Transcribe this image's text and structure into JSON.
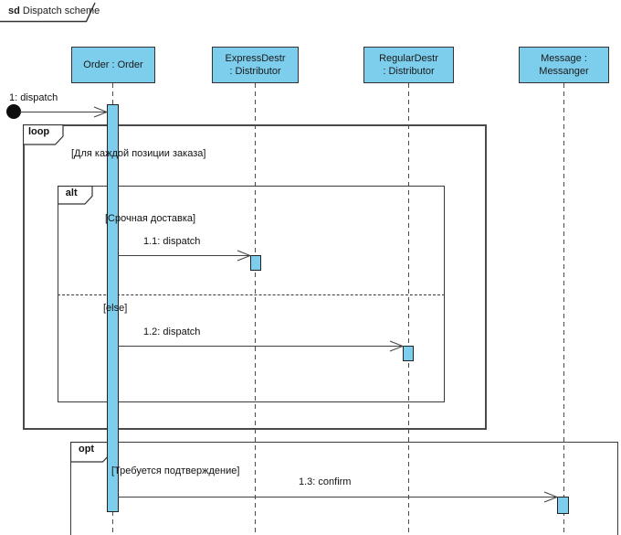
{
  "diagram": {
    "frame_keyword": "sd",
    "frame_title": "Dispatch scheme"
  },
  "lifelines": [
    {
      "name": "Order : Order",
      "lines": [
        "Order : Order",
        ""
      ]
    },
    {
      "name": "ExpressDestr : Distributor",
      "lines": [
        "ExpressDestr",
        ": Distributor"
      ]
    },
    {
      "name": "RegularDestr : Distributor",
      "lines": [
        "RegularDestr",
        ": Distributor"
      ]
    },
    {
      "name": "Message : Messanger",
      "lines": [
        "Message :",
        "Messanger"
      ]
    }
  ],
  "messages": [
    {
      "label": "1: dispatch",
      "kind": "found-message",
      "from": "start",
      "to": "Order : Order"
    },
    {
      "label": "1.1: dispatch",
      "kind": "call",
      "from": "Order : Order",
      "to": "ExpressDestr : Distributor"
    },
    {
      "label": "1.2: dispatch",
      "kind": "call",
      "from": "Order : Order",
      "to": "RegularDestr : Distributor"
    },
    {
      "label": "1.3: confirm",
      "kind": "call",
      "from": "Order : Order",
      "to": "Message : Messanger"
    }
  ],
  "fragments": [
    {
      "keyword": "loop",
      "guard": "[Для каждой позиции заказа]"
    },
    {
      "keyword": "alt",
      "guard": "[Срочная доставка]",
      "else_guard": "[else]"
    },
    {
      "keyword": "opt",
      "guard": "[Требуется подтверждение]"
    }
  ],
  "colors": {
    "shape_fill": "#7DCDEC",
    "shape_border": "#333333",
    "line_color": "#404040",
    "background": "#ffffff"
  }
}
